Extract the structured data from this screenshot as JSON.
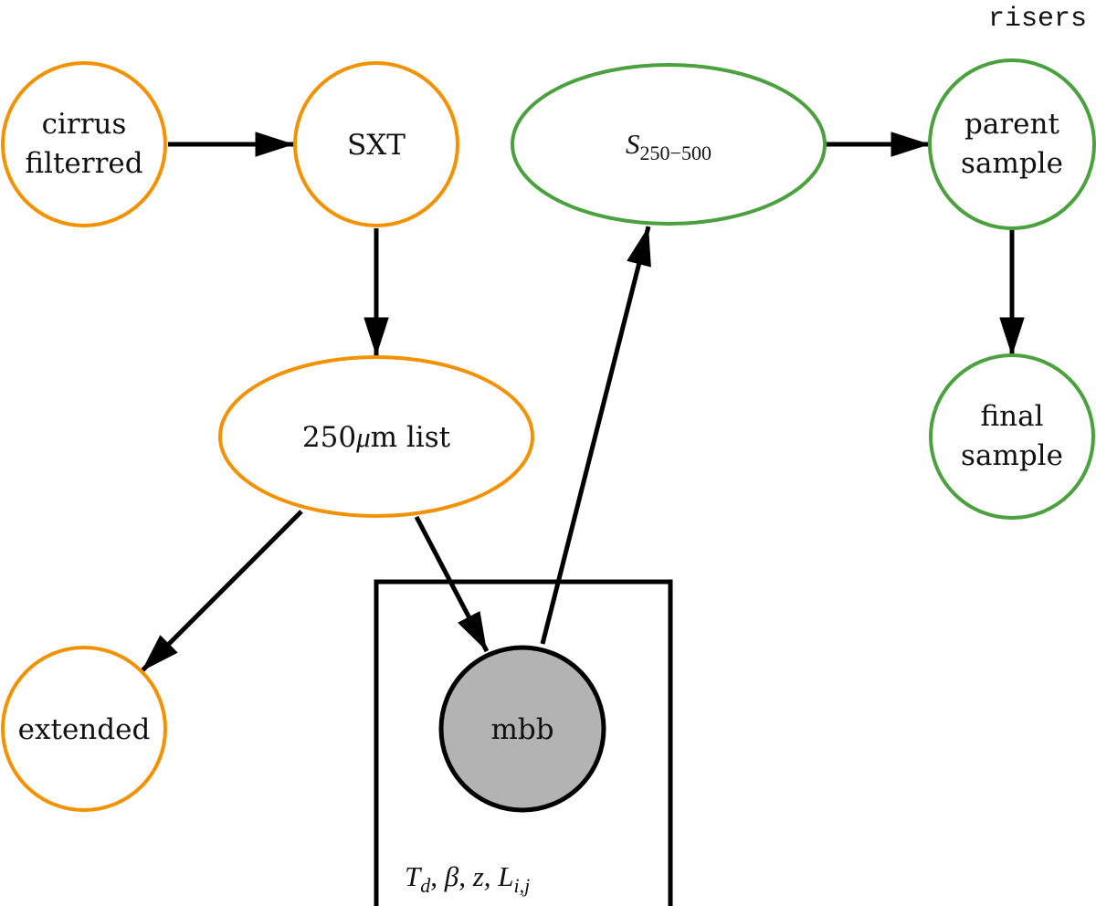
{
  "corner_label": "risers",
  "colors": {
    "orange": "#f39200",
    "green": "#4aa13e",
    "observed_fill": "#b3b3b3",
    "edge": "#000000"
  },
  "nodes": {
    "cirrus": {
      "lines": [
        "cirrus",
        "filterred"
      ],
      "group": "orange"
    },
    "sxt": {
      "lines": [
        "SXT"
      ],
      "group": "orange"
    },
    "list250": {
      "label_num": "250",
      "label_mu": "μ",
      "label_rest": "m list",
      "group": "orange"
    },
    "extended": {
      "lines": [
        "extended"
      ],
      "group": "orange"
    },
    "mbb": {
      "lines": [
        "mbb"
      ],
      "group": "observed"
    },
    "s250_500": {
      "symbol": "S",
      "subscript": "250−500",
      "group": "green"
    },
    "parent": {
      "lines": [
        "parent",
        "sample"
      ],
      "group": "green"
    },
    "final": {
      "lines": [
        "final",
        "sample"
      ],
      "group": "green"
    }
  },
  "plate": {
    "params": [
      {
        "sym": "T",
        "sub": "d"
      },
      {
        "sym": "β",
        "sub": ""
      },
      {
        "sym": "z",
        "sub": ""
      },
      {
        "sym": "L",
        "sub": "i,j"
      }
    ],
    "separator": ", "
  },
  "edges": [
    {
      "from": "cirrus",
      "to": "sxt"
    },
    {
      "from": "sxt",
      "to": "list250"
    },
    {
      "from": "list250",
      "to": "extended"
    },
    {
      "from": "list250",
      "to": "mbb"
    },
    {
      "from": "mbb",
      "to": "s250_500"
    },
    {
      "from": "s250_500",
      "to": "parent"
    },
    {
      "from": "parent",
      "to": "final"
    }
  ]
}
